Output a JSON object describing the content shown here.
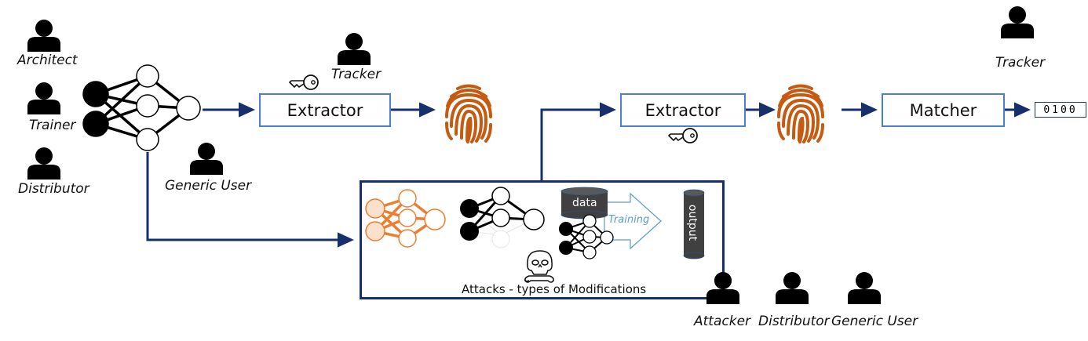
{
  "colors": {
    "arrow": "#17306b",
    "box_border": "#4a7fc9",
    "fingerprint": "#c55a11",
    "attack_net": "#ed7d31",
    "attack_net_fill": "#fbe0cc",
    "training_arrow": "#5b9bd5",
    "database": "#404040"
  },
  "roles_left": {
    "architect": "Architect",
    "trainer": "Trainer",
    "distributor": "Distributor",
    "generic_user": "Generic User"
  },
  "top_flow": {
    "tracker": "Tracker",
    "extractor": "Extractor"
  },
  "verification_flow": {
    "extractor": "Extractor",
    "matcher": "Matcher",
    "output_bits": "0100",
    "tracker": "Tracker"
  },
  "attacks": {
    "title": "Attacks - types of Modifications",
    "data_label": "data",
    "training_label": "Training",
    "output_label": "output"
  },
  "roles_bottom": {
    "attacker": "Attacker",
    "distributor": "Distributor",
    "generic_user": "Generic User"
  }
}
